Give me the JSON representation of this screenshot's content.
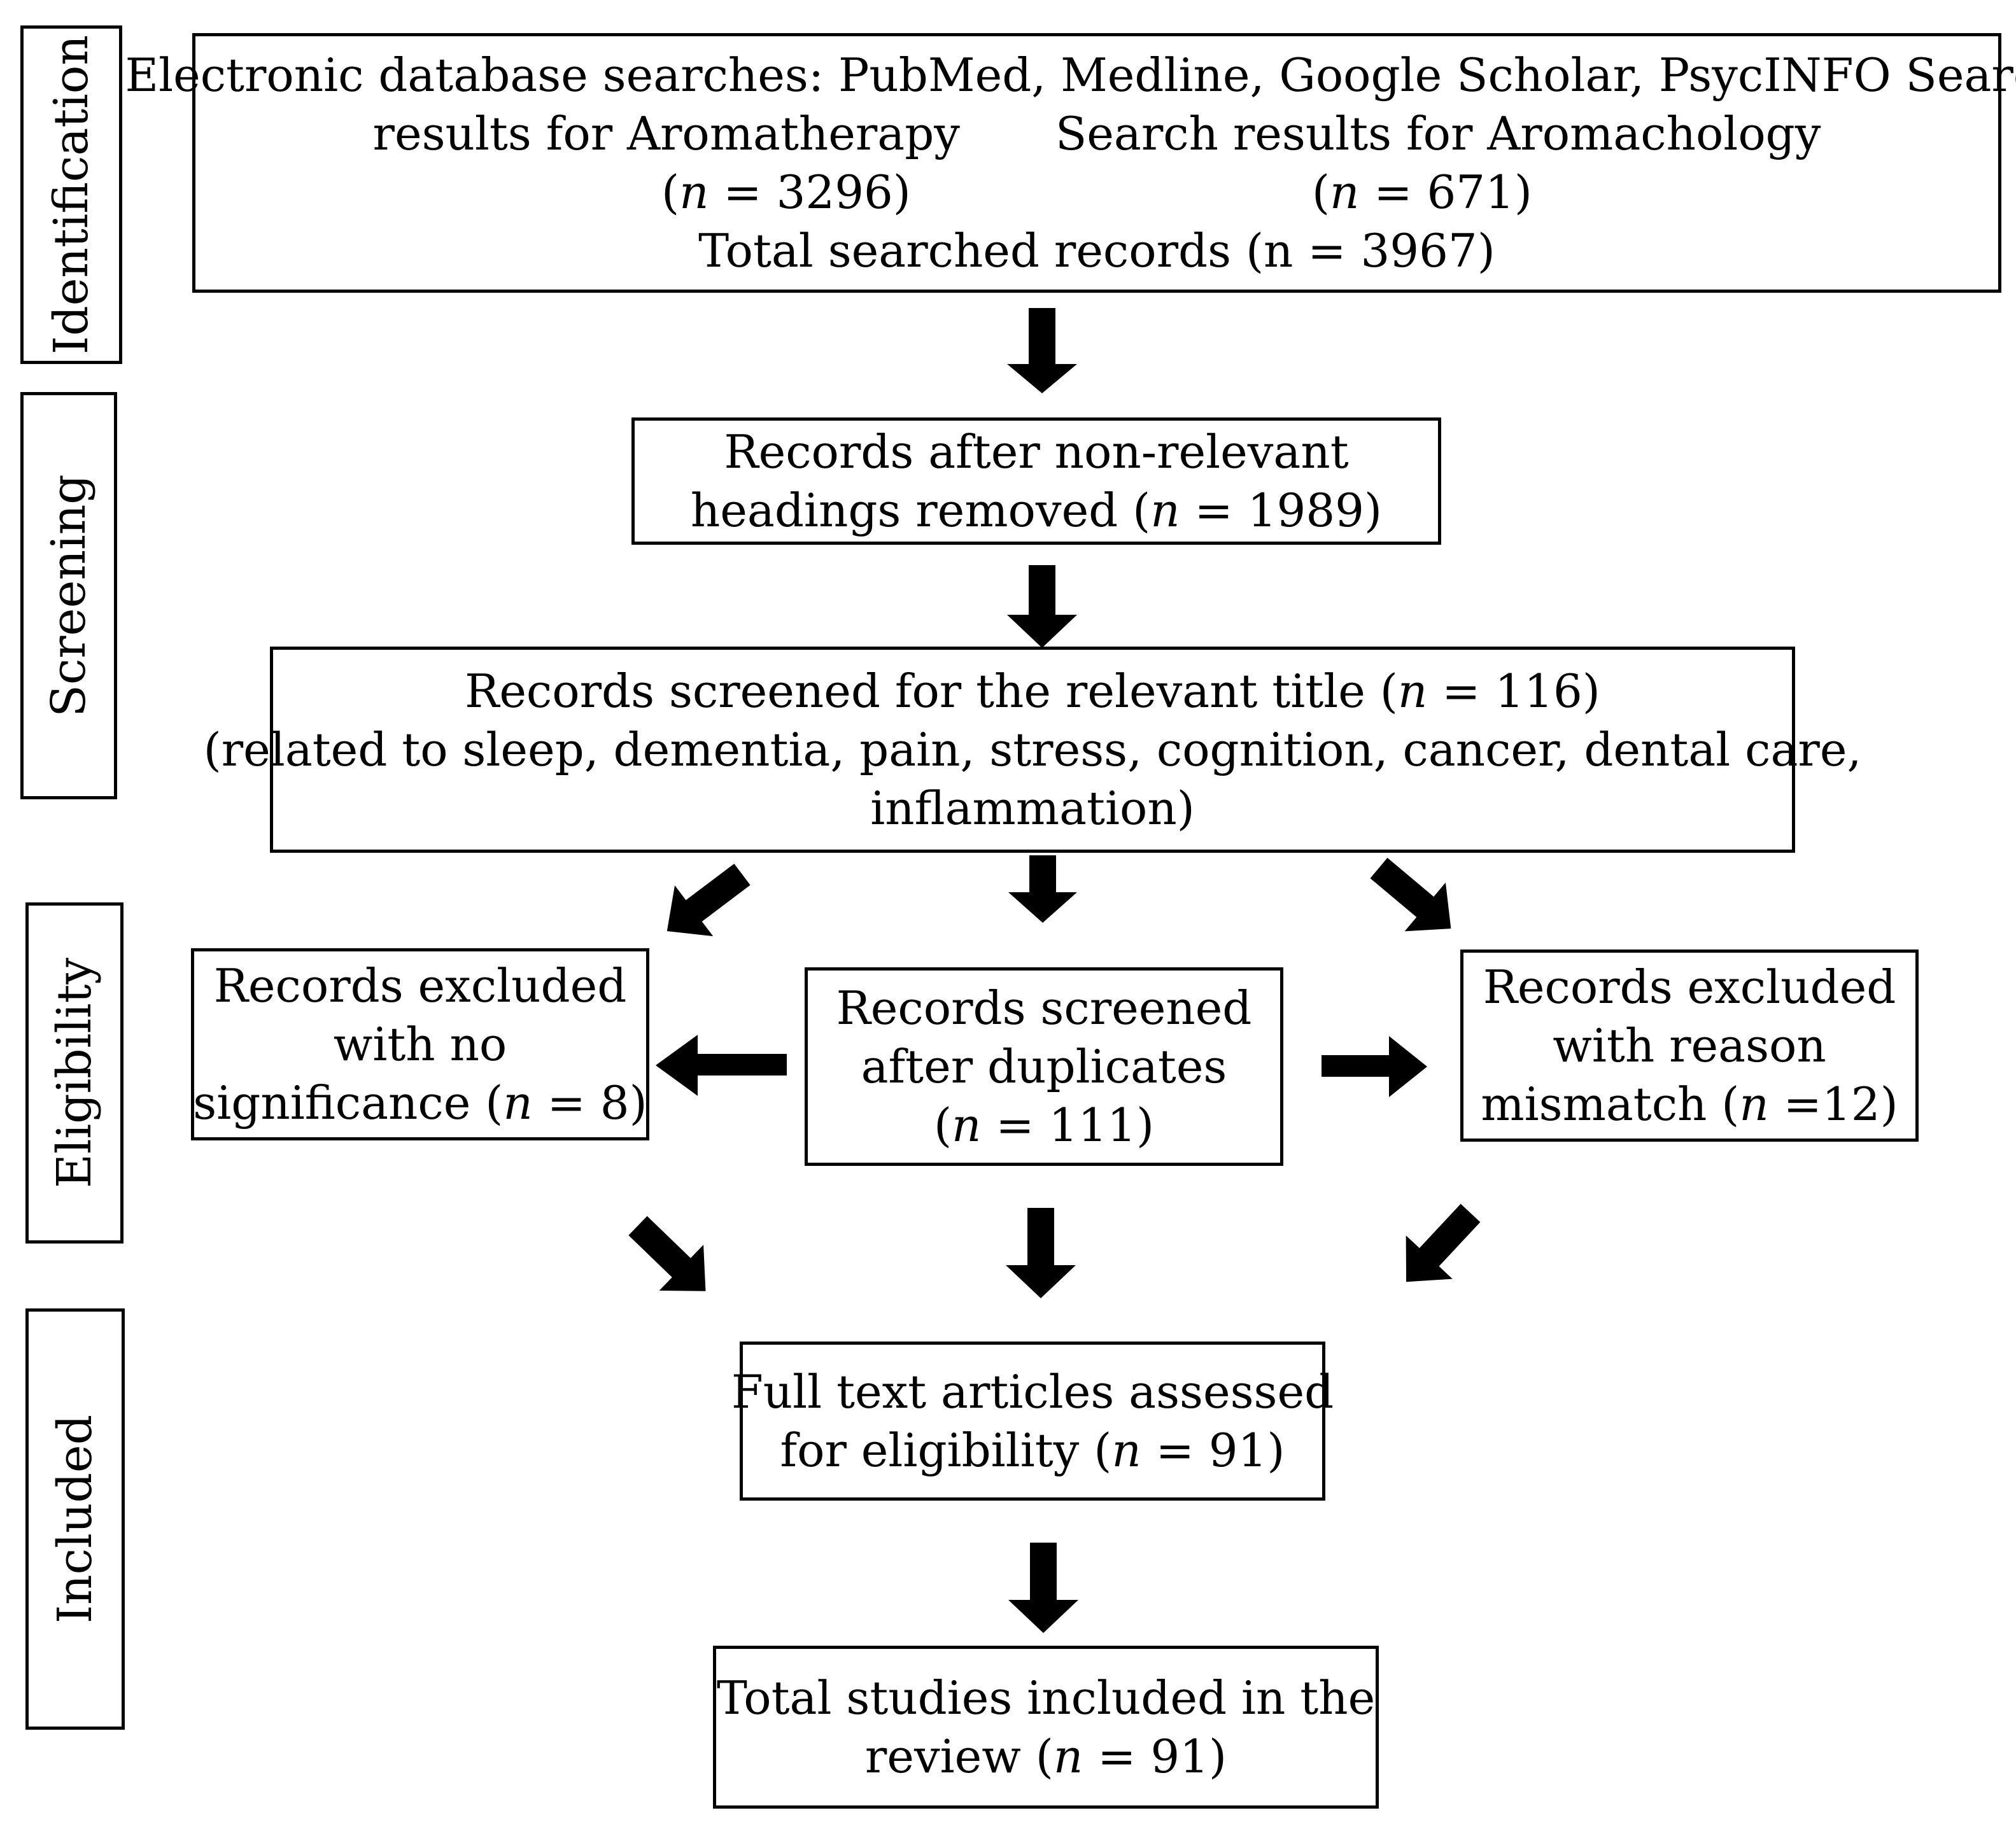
{
  "stages": {
    "identification": "Identification",
    "screening": "Screening",
    "eligibility": "Eligibility",
    "included": "Included"
  },
  "boxes": {
    "search": {
      "line1": "Electronic database searches: PubMed, Medline, Google Scholar, PsycINFO Search",
      "aroma_label": "results for Aromatherapy",
      "aromachology_label": "Search results for Aromachology",
      "n_symbol": "n",
      "aroma_n": "= 3296)",
      "aromachology_n": "= 671)",
      "total": "Total searched records (n = 3967)"
    },
    "nonrelevant": {
      "line1": "Records after non-relevant",
      "line2_prefix": "headings removed (",
      "n_symbol": "n",
      "line2_suffix": " = 1989)"
    },
    "title_screen": {
      "line1_prefix": "Records screened for the relevant title (",
      "n_symbol": "n",
      "line1_suffix": " = 116)",
      "line2": "(related to sleep, dementia, pain, stress, cognition, cancer, dental care,",
      "line3": "inflammation)"
    },
    "excluded_no_sig": {
      "line1": "Records excluded",
      "line2": "with no",
      "line3_prefix": "significance (",
      "n_symbol": "n",
      "line3_suffix": " = 8)"
    },
    "after_duplicates": {
      "line1": "Records screened",
      "line2": "after duplicates",
      "line3_prefix": "(",
      "n_symbol": "n",
      "line3_suffix": " = 111)"
    },
    "excluded_mismatch": {
      "line1": "Records excluded",
      "line2": "with reason",
      "line3_prefix": "mismatch (",
      "n_symbol": "n",
      "line3_suffix": " =12)"
    },
    "fulltext": {
      "line1": "Full text articles assessed",
      "line2_prefix": "for eligibility  (",
      "n_symbol": "n",
      "line2_suffix": " = 91)"
    },
    "included": {
      "line1": "Total studies included in the",
      "line2_prefix": "review (",
      "n_symbol": "n",
      "line2_suffix": " = 91)"
    }
  },
  "colors": {
    "stroke": "#000000",
    "background": "#ffffff"
  }
}
